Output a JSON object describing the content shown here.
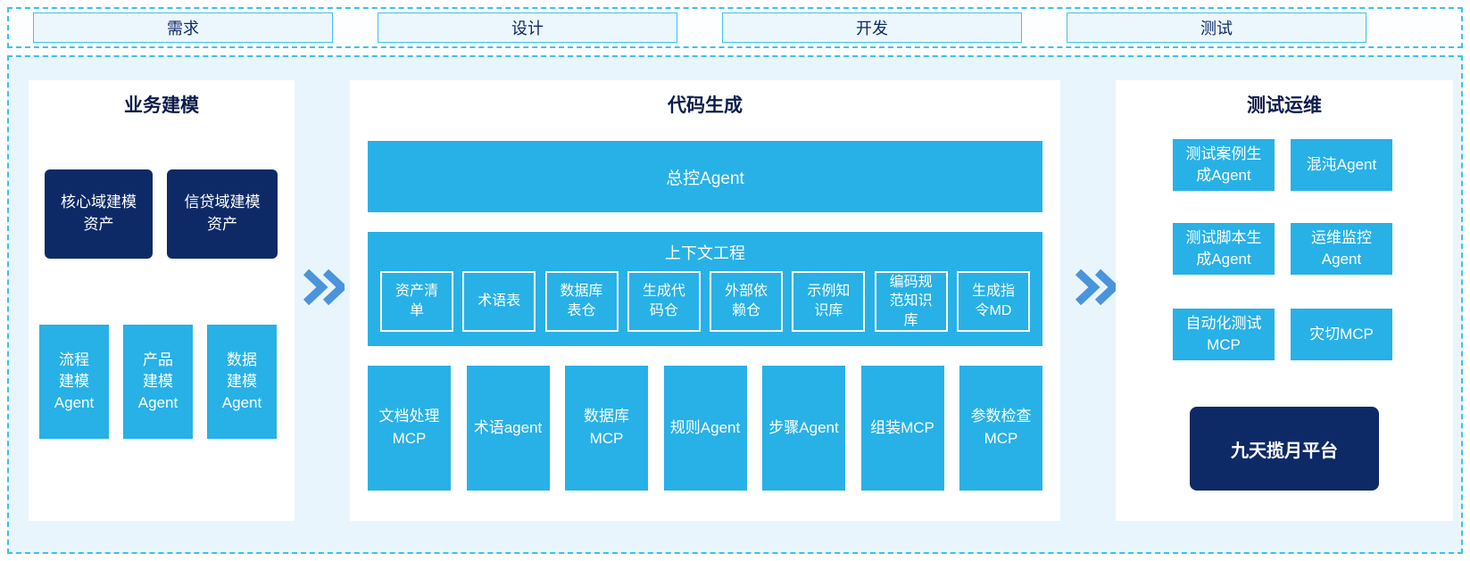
{
  "phases": [
    "需求",
    "设计",
    "开发",
    "测试"
  ],
  "business": {
    "title": "业务建模",
    "assets": [
      "核心域建模资产",
      "信贷域建模资产"
    ],
    "agents": [
      "流程建模Agent",
      "产品建模Agent",
      "数据建模Agent"
    ]
  },
  "codegen": {
    "title": "代码生成",
    "master_agent": "总控Agent",
    "context": {
      "title": "上下文工程",
      "items": [
        "资产清单",
        "术语表",
        "数据库表仓",
        "生成代码仓",
        "外部依赖仓",
        "示例知识库",
        "编码规范知识库",
        "生成指令MD"
      ]
    },
    "tools": [
      "文档处理MCP",
      "术语agent",
      "数据库MCP",
      "规则Agent",
      "步骤Agent",
      "组装MCP",
      "参数检查MCP"
    ]
  },
  "testops": {
    "title": "测试运维",
    "boxes": [
      "测试案例生成Agent",
      "混沌Agent",
      "测试脚本生成Agent",
      "运维监控Agent",
      "自动化测试MCP",
      "灾切MCP"
    ],
    "platform": "九天揽月平台"
  },
  "colors": {
    "cyan": "#27b1e7",
    "navy": "#0e2a66",
    "border_dashed": "#3ec1ef",
    "panel_bg": "#ffffff",
    "container_bg": "#e9f5fd",
    "arrow_blue": "#4a94dc",
    "title_text": "#0d1c4a"
  }
}
